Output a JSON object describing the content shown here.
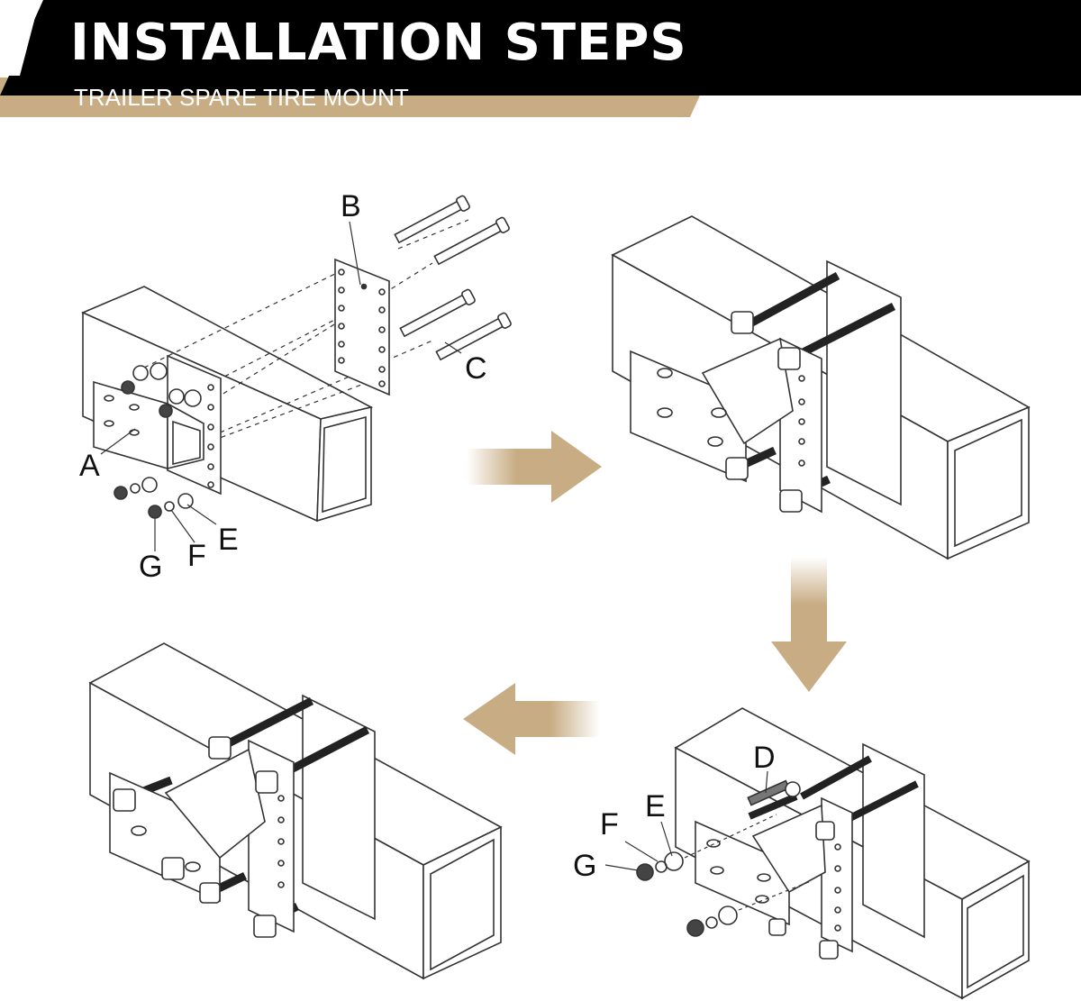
{
  "header": {
    "title": "INSTALLATION STEPS",
    "subtitle": "TRAILER SPARE TIRE MOUNT"
  },
  "colors": {
    "header_bg": "#000000",
    "accent": "#c8ad84",
    "line": "#333333",
    "text": "#111111"
  },
  "steps": [
    {
      "labels": {
        "a": "A",
        "b": "B",
        "c": "C",
        "e": "E",
        "f": "F",
        "g": "G"
      }
    },
    {
      "labels": {}
    },
    {
      "labels": {
        "d": "D",
        "e": "E",
        "f": "F",
        "g": "G"
      }
    },
    {
      "labels": {}
    }
  ],
  "arrows": [
    "arrow-right",
    "arrow-down",
    "arrow-left"
  ]
}
